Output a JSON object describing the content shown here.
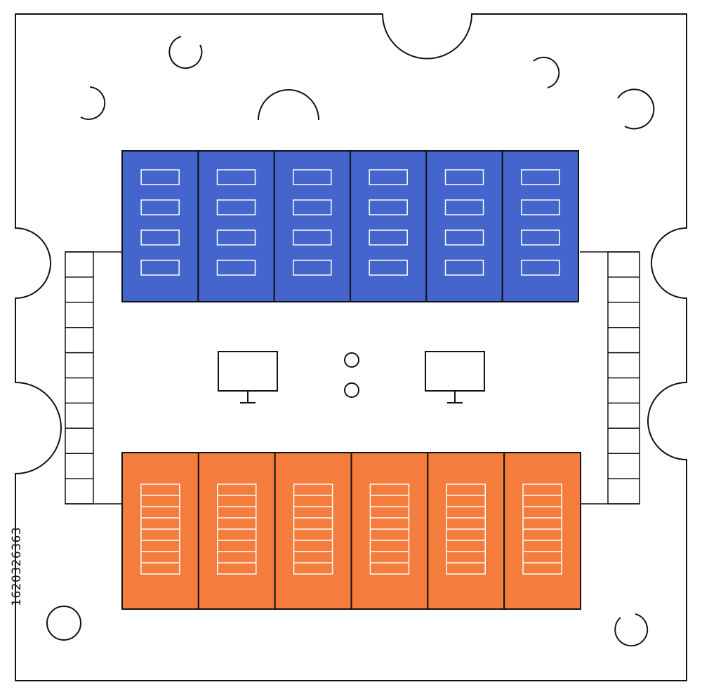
{
  "colors": {
    "outline": "#111111",
    "upper_rack": "#4466cc",
    "lower_rack": "#f47c3c",
    "rack_detail": "#ffffff",
    "floor": "#ffffff"
  },
  "icons": [
    "monitor-icon",
    "indicator-light-icon",
    "crater-circle-icon"
  ],
  "upper_rack_count": 6,
  "upper_slots_per_rack": 4,
  "lower_rack_count": 6,
  "lower_slots_per_rack": 8,
  "stock_id": "1620326363"
}
